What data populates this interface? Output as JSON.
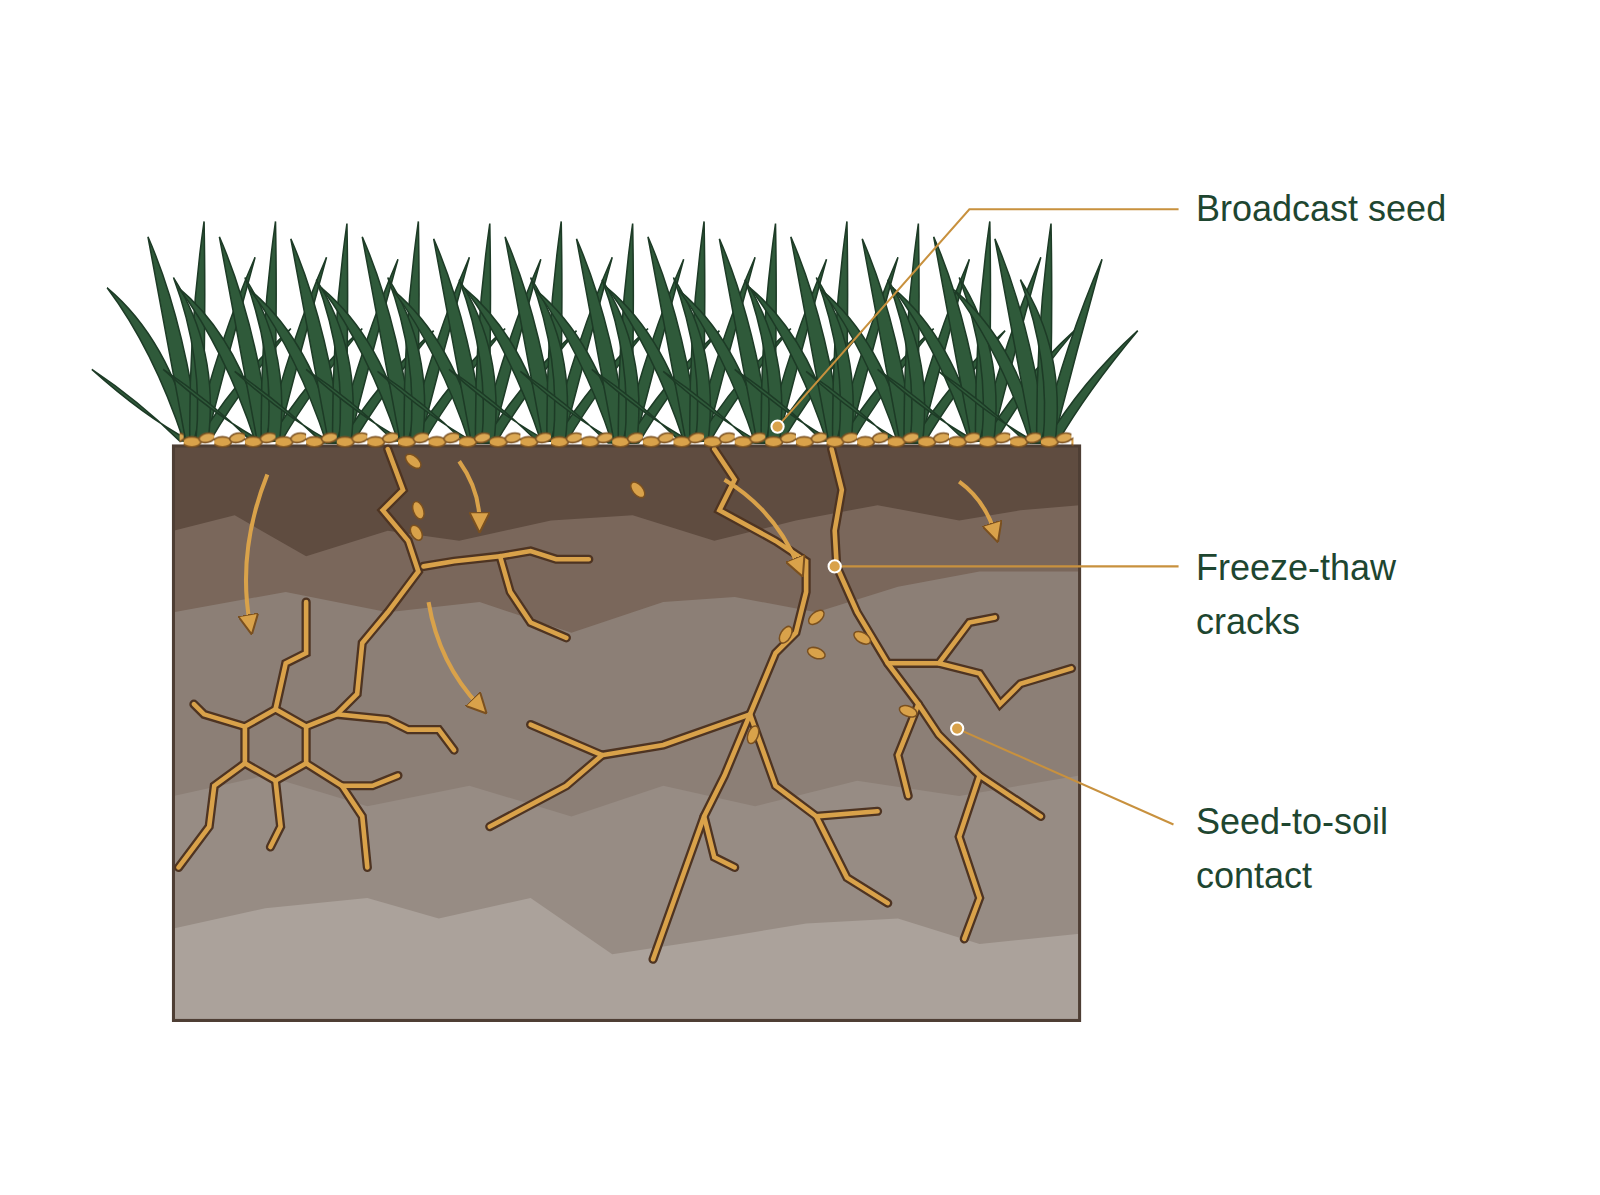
{
  "diagram": {
    "labels": [
      "Broadcast seed",
      "Freeze-thaw cracks",
      "Seed-to-soil contact"
    ]
  }
}
